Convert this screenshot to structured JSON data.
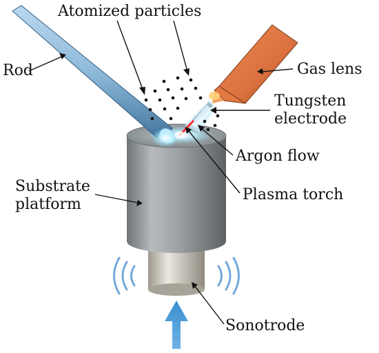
{
  "labels": {
    "atomized_particles": "Atomized particles",
    "rod": "Rod",
    "gas_lens": "Gas lens",
    "tungsten_line1": "Tungsten",
    "tungsten_line2": "electrode",
    "argon_flow": "Argon flow",
    "substrate_line1": "Substrate",
    "substrate_line2": "platform",
    "plasma_torch": "Plasma torch",
    "sonotrode": "Sonotrode"
  },
  "colors": {
    "rod": "#8cb8d8",
    "gas_lens": "#d9703e",
    "substrate": "#9ea3a6",
    "sonotrode": "#cfcac0",
    "vibration": "#5b9bd5",
    "arrow_up": "#3a8fd0",
    "plasma": "#ff2a2a"
  }
}
